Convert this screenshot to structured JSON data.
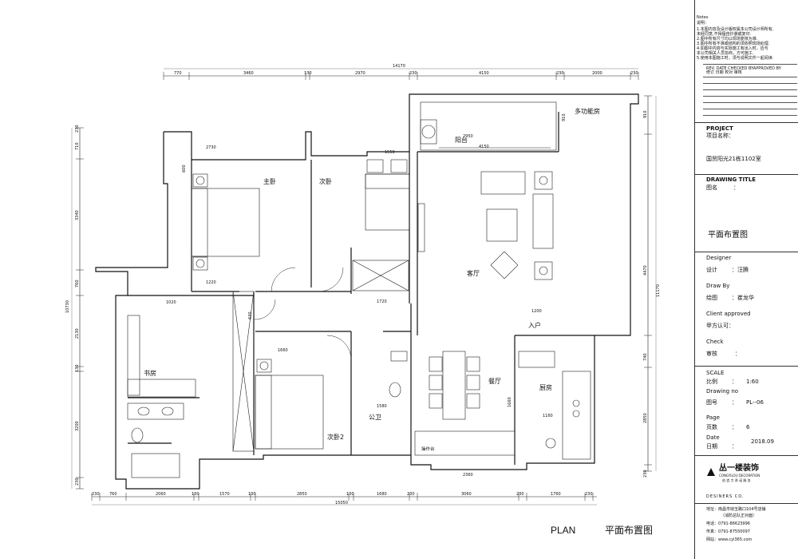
{
  "plan": {
    "total_top": "14170",
    "top_dims": [
      "770",
      "3460",
      "130",
      "2970",
      "230",
      "4150",
      "230",
      "2000",
      "230"
    ],
    "total_bottom": "15050",
    "bottom_dims": [
      "230",
      "760",
      "2060",
      "130",
      "1570",
      "130",
      "2850",
      "130",
      "1680",
      "230",
      "3060",
      "230",
      "1760",
      "230"
    ],
    "total_left": "10730",
    "left_dims": [
      "230",
      "710",
      "3340",
      "760",
      "2130",
      "130",
      "3200",
      "230"
    ],
    "total_right": "11170",
    "right_dims": [
      "910",
      "4470",
      "740",
      "2850",
      "230"
    ],
    "rooms": {
      "master": "主卧",
      "second": "次卧",
      "balcony": "阳台",
      "multi": "多功能房",
      "living": "客厅",
      "entry": "入户",
      "study": "书房",
      "second2": "次卧2",
      "bath": "公卫",
      "dining": "餐厅",
      "kitchen": "厨房",
      "worktop": "操作台"
    },
    "inner_dims": {
      "d2730": "2730",
      "d1550": "1550",
      "d2950": "2950",
      "d4150": "4150",
      "d600": "600",
      "d1220": "1220",
      "d1020": "1020",
      "d1720": "1720",
      "d1200": "1200",
      "d1660": "1660",
      "d1580": "1580",
      "d1660b": "1660",
      "d1160": "1160",
      "d2360": "2360",
      "d630": "630",
      "d910": "910"
    }
  },
  "title_block": {
    "notes_label": "Notes",
    "notes_cn": "说明：",
    "notes": [
      "1.本图内容及设计版权属本公司设计师所有,",
      "  未经同意,不得擅自抄袭或复印.",
      "2.图中所有尺寸均以现场复核为准.",
      "3.图中所有不准或结构的须依照现场处理.",
      "4.如图中内容与实际施工有出入时，应与",
      "  本公司相关人员协商，方可施工.",
      "5.使用本图施工时，须与说明文件一起阅读."
    ],
    "rev_header": "REV. DATE CHECKED BYAPPROVED BY",
    "rev_header_cn": "修订 日期   校对   审核",
    "project_label": "PROJECT",
    "project_cn": "项目名称：",
    "project_name": "国贸阳光21栋1102室",
    "drawing_title_label": "DRAWING TITLE",
    "drawing_title_cn": "图名",
    "drawing_title_colon": "：",
    "drawing_title": "平面布置图",
    "designer_label": "Designer",
    "designer_cn": "设计",
    "designer_name": "：汪腾",
    "drawn_label": "Draw By",
    "drawn_cn": "绘图",
    "drawn_name": "：崔龙华",
    "client_label": "Client approved",
    "client_cn": "甲方认可：",
    "check_label": "Check",
    "check_cn": "审核",
    "check_colon": "：",
    "scale_label": "SCALE",
    "scale_cn": "比例",
    "scale_colon": "：",
    "scale_value": "1:60",
    "drawing_no_label": "Drawing  no",
    "drawing_no_cn": "图号",
    "drawing_no_colon": "：",
    "drawing_no": "PL--06",
    "page_label": "Page",
    "page_cn": "页数",
    "page_colon": "：",
    "page_value": "6",
    "date_label": "Date",
    "date_cn": "日期",
    "date_colon": "：",
    "date_value": "2018.09",
    "logo_cn": "丛一楼装饰",
    "logo_en": "CONGYILOU DECORATION",
    "logo_sub": "创  造  力  承  诺  服  务",
    "designers_co": "DESINERS CO.",
    "address_label": "地址：南昌市琼玉路口104号店铺",
    "address_note": "（消防总队正对面）",
    "phone": "电话：0791-86623996",
    "fax": "传真：0791-87550097",
    "web": "网站：www.cyl365.com"
  },
  "footer": {
    "plan_en": "PLAN",
    "plan_cn": "平面布置图"
  }
}
